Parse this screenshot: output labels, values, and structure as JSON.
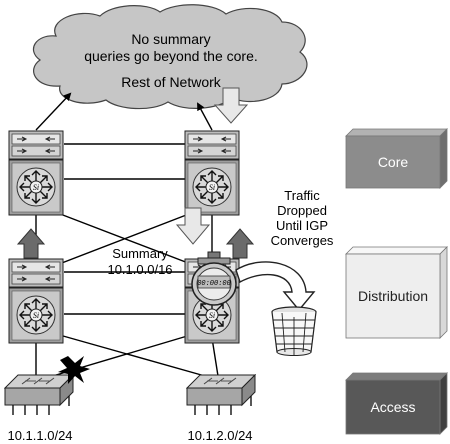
{
  "cloud": {
    "line1": "No summary",
    "line2": "queries go beyond the core.",
    "line3": "Rest of Network"
  },
  "summary": {
    "line1": "Summary",
    "line2": "10.1.0.0/16"
  },
  "traffic": {
    "line1": "Traffic",
    "line2": "Dropped",
    "line3": "Until IGP",
    "line4": "Converges"
  },
  "stopwatch": {
    "display": "00:00:00"
  },
  "subnets": {
    "left": "10.1.1.0/24",
    "right": "10.1.2.0/24"
  },
  "layers": [
    {
      "label": "Core",
      "front": "#8c8c8c",
      "top": "#b2b2b2",
      "side": "#6e6e6e",
      "text_color": "#ffffff"
    },
    {
      "label": "Distribution",
      "front": "#eeeeee",
      "top": "#f7f7f7",
      "side": "#d8d8d8",
      "text_color": "#222222"
    },
    {
      "label": "Access",
      "front": "#585858",
      "top": "#7c7c7c",
      "side": "#404040",
      "text_color": "#ffffff"
    }
  ]
}
